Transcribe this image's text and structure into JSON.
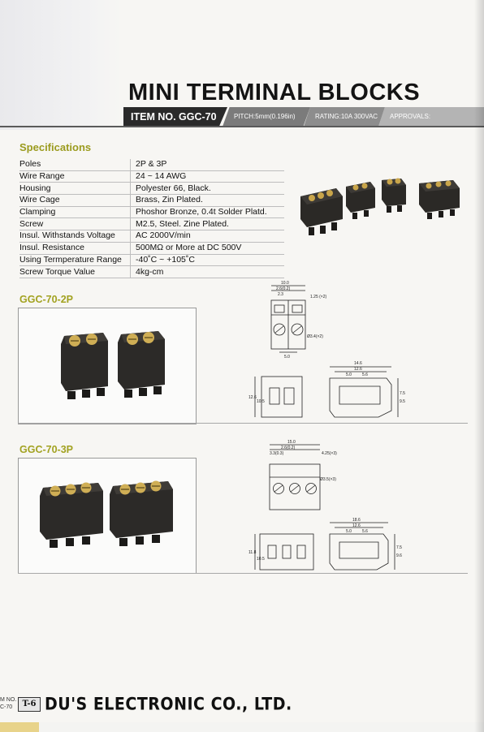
{
  "header": {
    "title": "MINI TERMINAL BLOCKS",
    "item_no": "ITEM NO. GGC-70",
    "pitch": "PITCH:5mm(0.196in)",
    "rating": "RATING:10A 300VAC",
    "approvals": "APPROVALS:"
  },
  "specifications": {
    "heading": "Specifications",
    "rows": [
      {
        "key": "Poles",
        "value": "2P & 3P"
      },
      {
        "key": "Wire Range",
        "value": "24 ~ 14 AWG"
      },
      {
        "key": "Housing",
        "value": "Polyester 66, Black."
      },
      {
        "key": "Wire Cage",
        "value": "Brass, Zin Plated."
      },
      {
        "key": "Clamping",
        "value": "Phoshor Bronze, 0.4t Solder Platd."
      },
      {
        "key": "Screw",
        "value": "M2.5, Steel. Zine Plated."
      },
      {
        "key": "Insul. Withstands Voltage",
        "value": "AC 2000V/min"
      },
      {
        "key": "Insul. Resistance",
        "value": "500MΩ or More at DC 500V"
      },
      {
        "key": "Using Termperature Range",
        "value": "-40˚C ~ +105˚C"
      },
      {
        "key": "Screw Torque Value",
        "value": "4kg-cm"
      }
    ]
  },
  "sections": [
    {
      "title": "GGC-70-2P",
      "drawing_labels": [
        "10.0",
        "2.6(0.2)",
        "2.3",
        "1.25 (×2)",
        "Ø3.4(×2)",
        "5.0",
        "14.6",
        "12.6",
        "5.0",
        "5.6",
        "12.6",
        "10.5",
        "7.5",
        "9.5"
      ]
    },
    {
      "title": "GGC-70-3P",
      "drawing_labels": [
        "15.0",
        "2.6(0.2)",
        "3.3(0.3)",
        "4.25(×3)",
        "Ø3.5(×3)",
        "18.6",
        "12.6",
        "5.0",
        "5.6",
        "11.8",
        "10.5",
        "7.5",
        "9.6"
      ]
    }
  ],
  "footer": {
    "item_no_label": "M NO.",
    "item_no_value": "C-70",
    "page": "T-6",
    "company": "DU'S ELECTRONIC CO., LTD."
  },
  "colors": {
    "accent": "#9b9b1e",
    "header_dark": "#2a2a2a",
    "block_body": "#2c2a28",
    "brass": "#c9a54a"
  }
}
